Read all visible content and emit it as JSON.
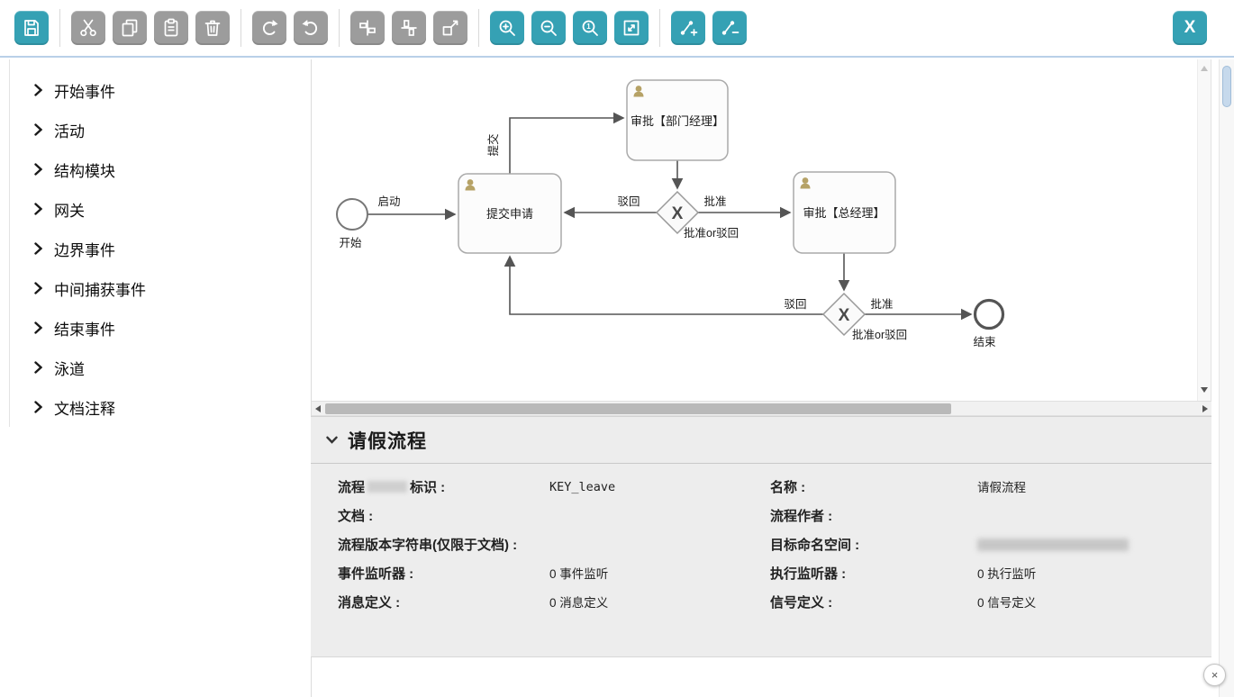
{
  "toolbar": {
    "buttons": [
      {
        "name": "save",
        "style": "teal"
      },
      {
        "name": "cut",
        "style": "gray"
      },
      {
        "name": "copy",
        "style": "gray"
      },
      {
        "name": "paste",
        "style": "gray"
      },
      {
        "name": "delete",
        "style": "gray"
      },
      {
        "name": "redo",
        "style": "gray"
      },
      {
        "name": "undo",
        "style": "gray"
      },
      {
        "name": "align-vertical",
        "style": "gray"
      },
      {
        "name": "align-horizontal",
        "style": "gray"
      },
      {
        "name": "resize",
        "style": "gray"
      },
      {
        "name": "zoom-in",
        "style": "teal"
      },
      {
        "name": "zoom-out",
        "style": "teal"
      },
      {
        "name": "zoom-actual",
        "style": "teal"
      },
      {
        "name": "zoom-fit",
        "style": "teal"
      },
      {
        "name": "add-connection",
        "style": "teal"
      },
      {
        "name": "remove-connection",
        "style": "teal"
      }
    ],
    "close_label": "X"
  },
  "colors": {
    "accent_teal": "#35a1b4",
    "disabled_gray": "#9c9c9c",
    "toolbar_border_blue": "#b9d0e8",
    "user_icon_tan": "#b6a266"
  },
  "palette": {
    "items": [
      "开始事件",
      "活动",
      "结构模块",
      "网关",
      "边界事件",
      "中间捕获事件",
      "结束事件",
      "泳道",
      "文档注释"
    ]
  },
  "diagram": {
    "start_label": "开始",
    "end_label": "结束",
    "task_submit": "提交申请",
    "task_dept_manager": "审批【部门经理】",
    "task_general_manager": "审批【总经理】",
    "gateway_symbol": "X",
    "gateway_label": "批准or驳回",
    "edge_launch": "启动",
    "edge_submit": "提交",
    "edge_reject": "驳回",
    "edge_approve": "批准"
  },
  "properties": {
    "title": "请假流程",
    "rows_left": [
      {
        "label_prefix": "流程",
        "label_suffix": "标识 :",
        "value": "KEY_leave"
      },
      {
        "label": "文档 :",
        "value": ""
      },
      {
        "label": "流程版本字符串(仅限于文档) :",
        "value": ""
      },
      {
        "label": "事件监听器 :",
        "value": "0 事件监听"
      },
      {
        "label": "消息定义 :",
        "value": "0 消息定义"
      }
    ],
    "rows_right": [
      {
        "label": "名称 :",
        "value": "请假流程"
      },
      {
        "label": "流程作者 :",
        "value": ""
      },
      {
        "label": "目标命名空间 :",
        "value": ""
      },
      {
        "label": "执行监听器 :",
        "value": "0 执行监听"
      },
      {
        "label": "信号定义 :",
        "value": "0 信号定义"
      }
    ]
  },
  "window": {
    "close_symbol": "×"
  }
}
